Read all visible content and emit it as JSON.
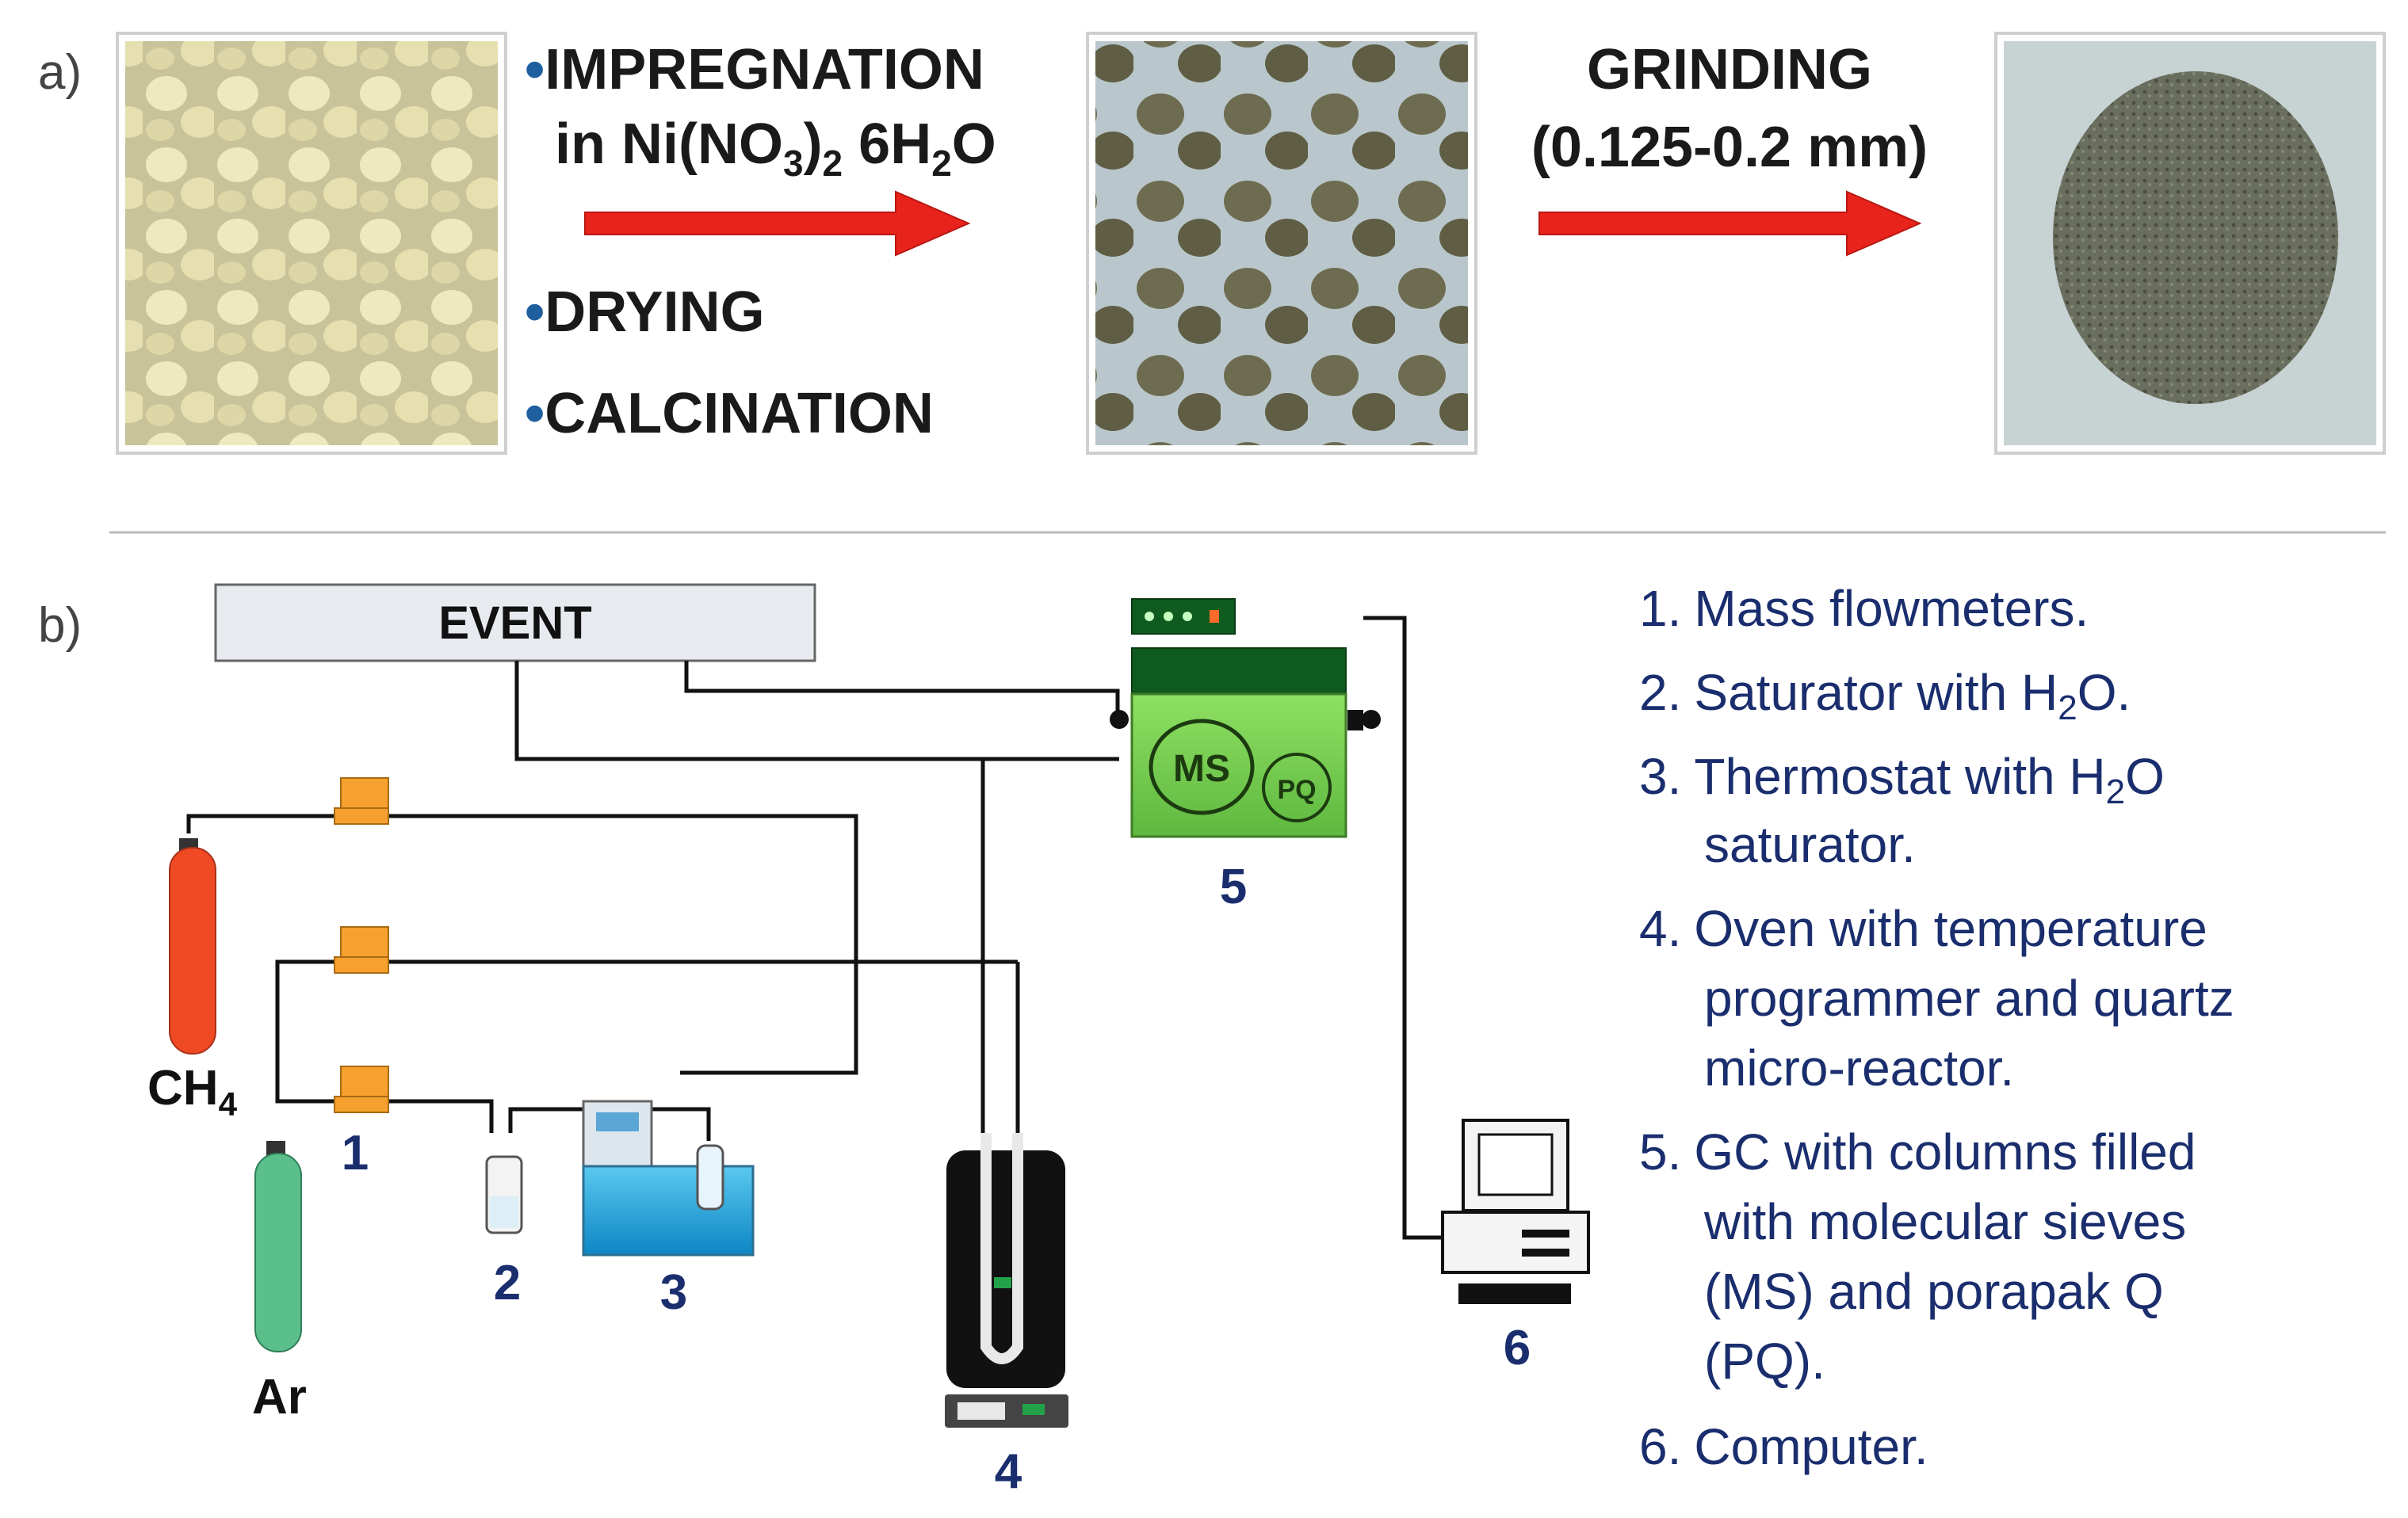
{
  "panel_a": {
    "label": "a)",
    "steps": [
      {
        "bullet": "•",
        "text": "IMPREGNATION"
      },
      {
        "text_pre": "in Ni(NO",
        "sub1": "3",
        "text_mid": ")",
        "sub2": "2",
        "text_mid2": " 6H",
        "sub3": "2",
        "text_post": "O"
      },
      {
        "bullet": "•",
        "text": "DRYING"
      },
      {
        "bullet": "•",
        "text": "CALCINATION"
      }
    ],
    "grinding": {
      "title": "GRINDING",
      "range": "(0.125-0.2 mm)"
    },
    "colors": {
      "arrow": "#e8231c",
      "bullet": "#1f5fa0",
      "pellet_raw": "#e9e3b3",
      "pellet_ni": "#6b6a4f",
      "powder": "#5d6152"
    }
  },
  "panel_b": {
    "label": "b)",
    "event_label": "EVENT",
    "gas_ch4": {
      "main": "CH",
      "sub": "4"
    },
    "gas_ar": "Ar",
    "ms_label": "MS",
    "pq_label": "PQ",
    "numbers": {
      "n1": "1",
      "n2": "2",
      "n3": "3",
      "n4": "4",
      "n5": "5",
      "n6": "6"
    },
    "colors": {
      "ch4_cylinder": "#f04a24",
      "ar_cylinder": "#5bbf8c",
      "flowmeter": "#f6a12f",
      "gc_body": "#7bd255",
      "gc_top": "#0f5a1e",
      "thermostat_water": "#21a8e1",
      "number_color": "#1a2e6e"
    }
  },
  "legend": {
    "color": "#1a2e6e",
    "items": [
      {
        "num": "1.",
        "lines": [
          "Mass flowmeters."
        ]
      },
      {
        "num": "2.",
        "line_pre": "Saturator with H",
        "sub": "2",
        "line_post": "O."
      },
      {
        "num": "3.",
        "line_pre": "Thermostat with H",
        "sub": "2",
        "line_post": "O",
        "line2": "saturator."
      },
      {
        "num": "4.",
        "lines": [
          "Oven with temperature",
          "programmer and quartz",
          "micro-reactor."
        ]
      },
      {
        "num": "5.",
        "lines": [
          "GC with columns filled",
          "with molecular sieves",
          "(MS) and porapak Q",
          "(PQ)."
        ]
      },
      {
        "num": "6.",
        "lines": [
          "Computer."
        ]
      }
    ]
  }
}
